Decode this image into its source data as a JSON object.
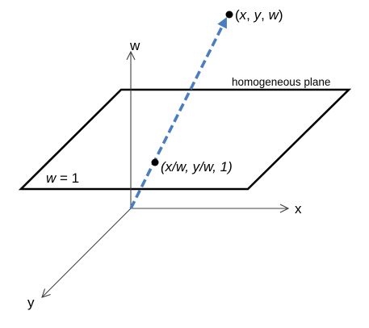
{
  "diagram": {
    "axes": {
      "w_label": "w",
      "x_label": "x",
      "y_label": "y"
    },
    "plane": {
      "name_label": "homogeneous plane",
      "equation_var": "w",
      "equation_rest": " = 1"
    },
    "points": {
      "top": {
        "open": "(",
        "v1": "x",
        "sep1": ", ",
        "v2": "y",
        "sep2": ", ",
        "v3": "w",
        "close": ")"
      },
      "projected": {
        "text": "(x/w, y/w, 1)"
      }
    },
    "colors": {
      "ray": "#4a7ebf",
      "lines": "#000000",
      "axes": "#404040"
    }
  }
}
